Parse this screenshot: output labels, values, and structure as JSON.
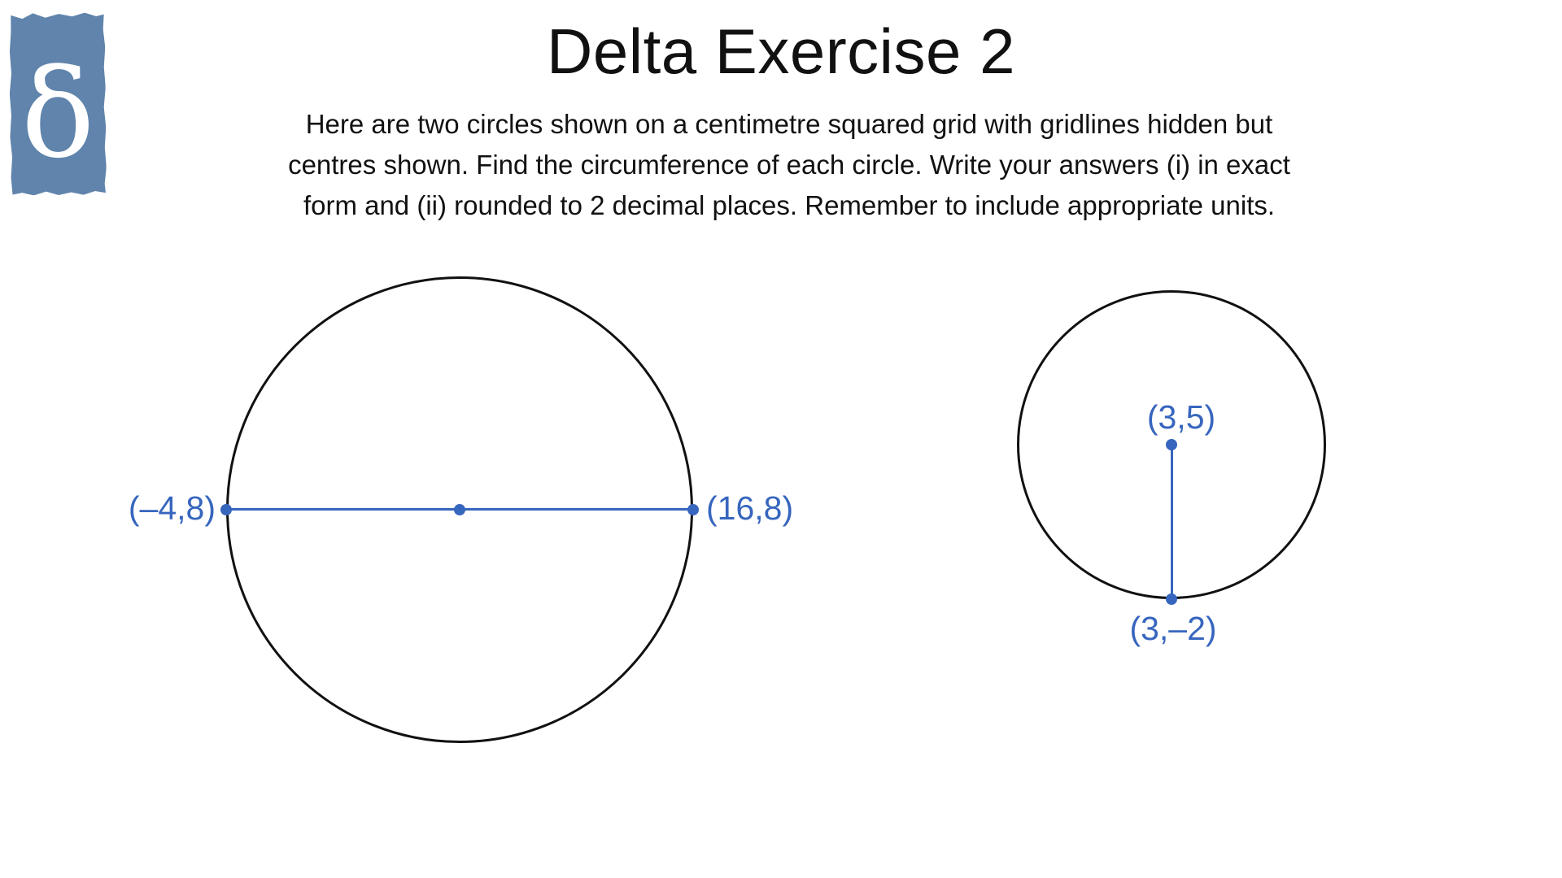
{
  "colors": {
    "accent": "#3766BE",
    "logo-bg": "#6084AC",
    "ink": "#111111",
    "paper": "#FFFFFF"
  },
  "logo": {
    "glyph": "δ"
  },
  "title": "Delta Exercise 2",
  "instructions": {
    "lines": [
      "Here are two circles shown on a centimetre squared grid with gridlines hidden but",
      "centres shown. Find the circumference of each circle. Write your answers (i) in exact",
      "form and (ii) rounded to 2 decimal places. Remember to include appropriate units."
    ]
  },
  "figures": {
    "circle_a": {
      "left_point_label": "(–4,8)",
      "right_point_label": "(16,8)"
    },
    "circle_b": {
      "centre_label": "(3,5)",
      "bottom_point_label": "(3,–2)"
    }
  }
}
